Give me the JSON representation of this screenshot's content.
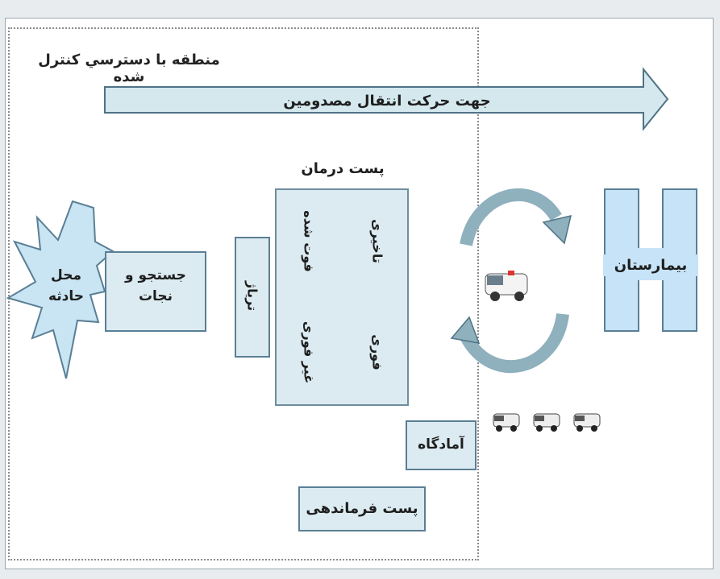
{
  "zone_title": "منطقه با دسترسي کنترل شده",
  "arrow_label": "جهت حرکت انتقال مصدومين",
  "incident_site": "محل حادثه",
  "search_rescue": "جستجو و نجات",
  "triage": "تریاژ",
  "treatment_post_title": "پست درمان",
  "treatment_cells": {
    "delayed": "تاخیری",
    "expectant": "فوت شده",
    "urgent": "فوری",
    "non_urgent": "غیر فوری"
  },
  "staging_area": "آمادگاه",
  "command_post": "پست فرماندهی",
  "hospital": "بیمارستان",
  "colors": {
    "box_fill": "#dcebf1",
    "box_border": "#5a7f95",
    "hospital_fill": "#c7e3f7",
    "arrow_fill": "#d4e8ee"
  }
}
